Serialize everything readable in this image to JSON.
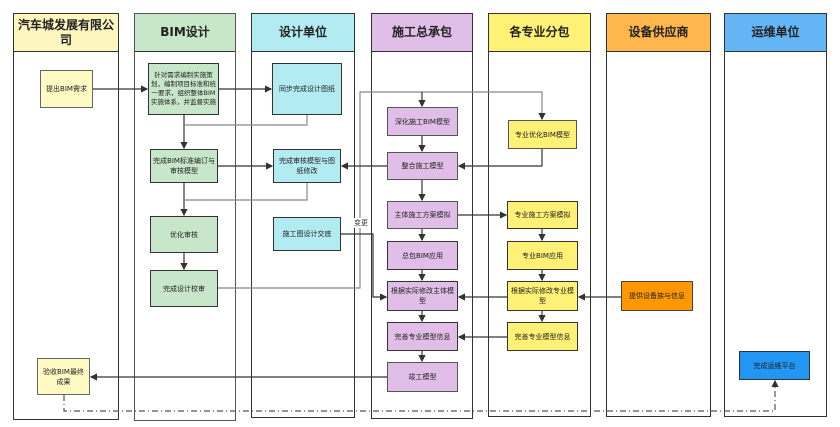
{
  "lanes": [
    {
      "title": "汽车城发展有限公司",
      "color": "#fdf6bf"
    },
    {
      "title": "BIM设计",
      "color": "#c8e6c9"
    },
    {
      "title": "设计单位",
      "color": "#b2ebf2"
    },
    {
      "title": "施工总承包",
      "color": "#e1bee7"
    },
    {
      "title": "各专业分包",
      "color": "#fff176"
    },
    {
      "title": "设备供应商",
      "color": "#ffb74d"
    },
    {
      "title": "运维单位",
      "color": "#64b5f6"
    }
  ],
  "nodes": {
    "n1": "提出BIM需求",
    "n2": "针对需求编制实施策划，编制项目标准和统一要求，组织整体BIM实施体系，并监督实施",
    "n3": "同步完成设计图纸",
    "n4": "完成BIM标准编订与审核模型",
    "n5": "完成审核模型与图纸修改",
    "n6": "优化审核",
    "n7": "完成设计校审",
    "n8": "施工图设计交底",
    "n9": "验收BIM最终成果",
    "n10": "深化施工BIM模型",
    "n11": "整合施工模型",
    "n12": "主体施工方案模拟",
    "n13": "总包BIM应用",
    "n14": "根据实际修改主体模型",
    "n15": "完善专业模型信息",
    "n16": "竣工模型",
    "n17": "专业优化BIM模型",
    "n18": "专业施工方案模拟",
    "n19": "专业BIM应用",
    "n20": "根据实际修改专业模型",
    "n21": "完善专业模型信息",
    "n22": "提供设备族与信息",
    "n23": "完成运维平台"
  },
  "edge_label": "变更",
  "colors": {
    "light_yellow": "#fff9c4",
    "green": "#c8e6c9",
    "cyan": "#b2ebf2",
    "purple": "#e1bee7",
    "yellow": "#fff176",
    "orange": "#ff9800",
    "blue": "#2196f3"
  }
}
